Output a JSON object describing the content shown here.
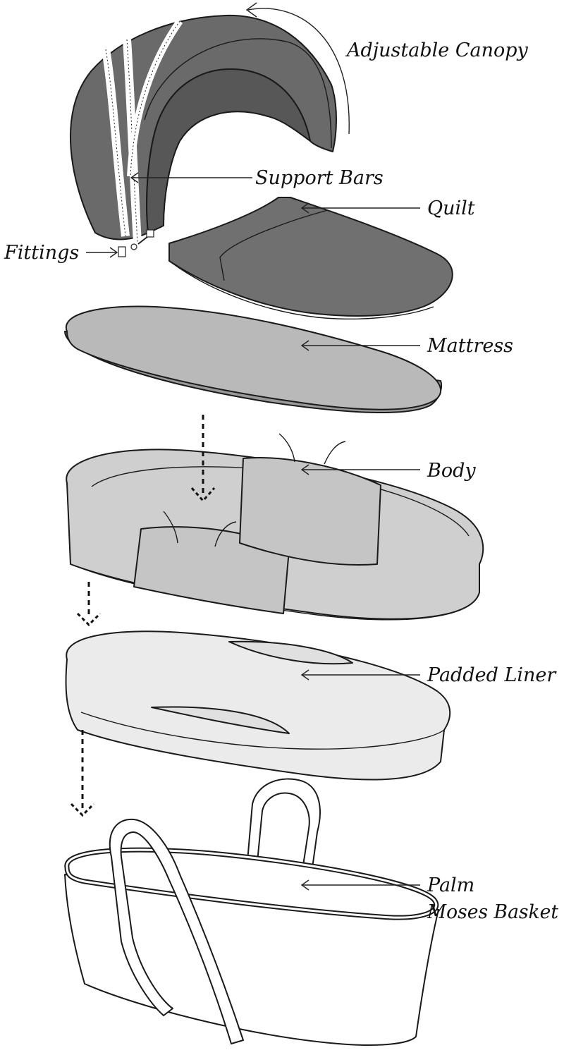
{
  "labels": {
    "canopy": "Adjustable Canopy",
    "support_bars": "Support Bars",
    "quilt": "Quilt",
    "fittings": "Fittings",
    "mattress": "Mattress",
    "body": "Body",
    "padded_liner": "Padded Liner",
    "basket_line1": "Palm",
    "basket_line2": "Moses Basket"
  },
  "colors": {
    "canopy": "#6a6a6a",
    "canopy_inner": "#575757",
    "quilt": "#707070",
    "mattress": "#b9b9b9",
    "body": "#cfcfcf",
    "liner": "#ebebeb",
    "basket": "#ffffff",
    "outline": "#1a1a1a"
  }
}
